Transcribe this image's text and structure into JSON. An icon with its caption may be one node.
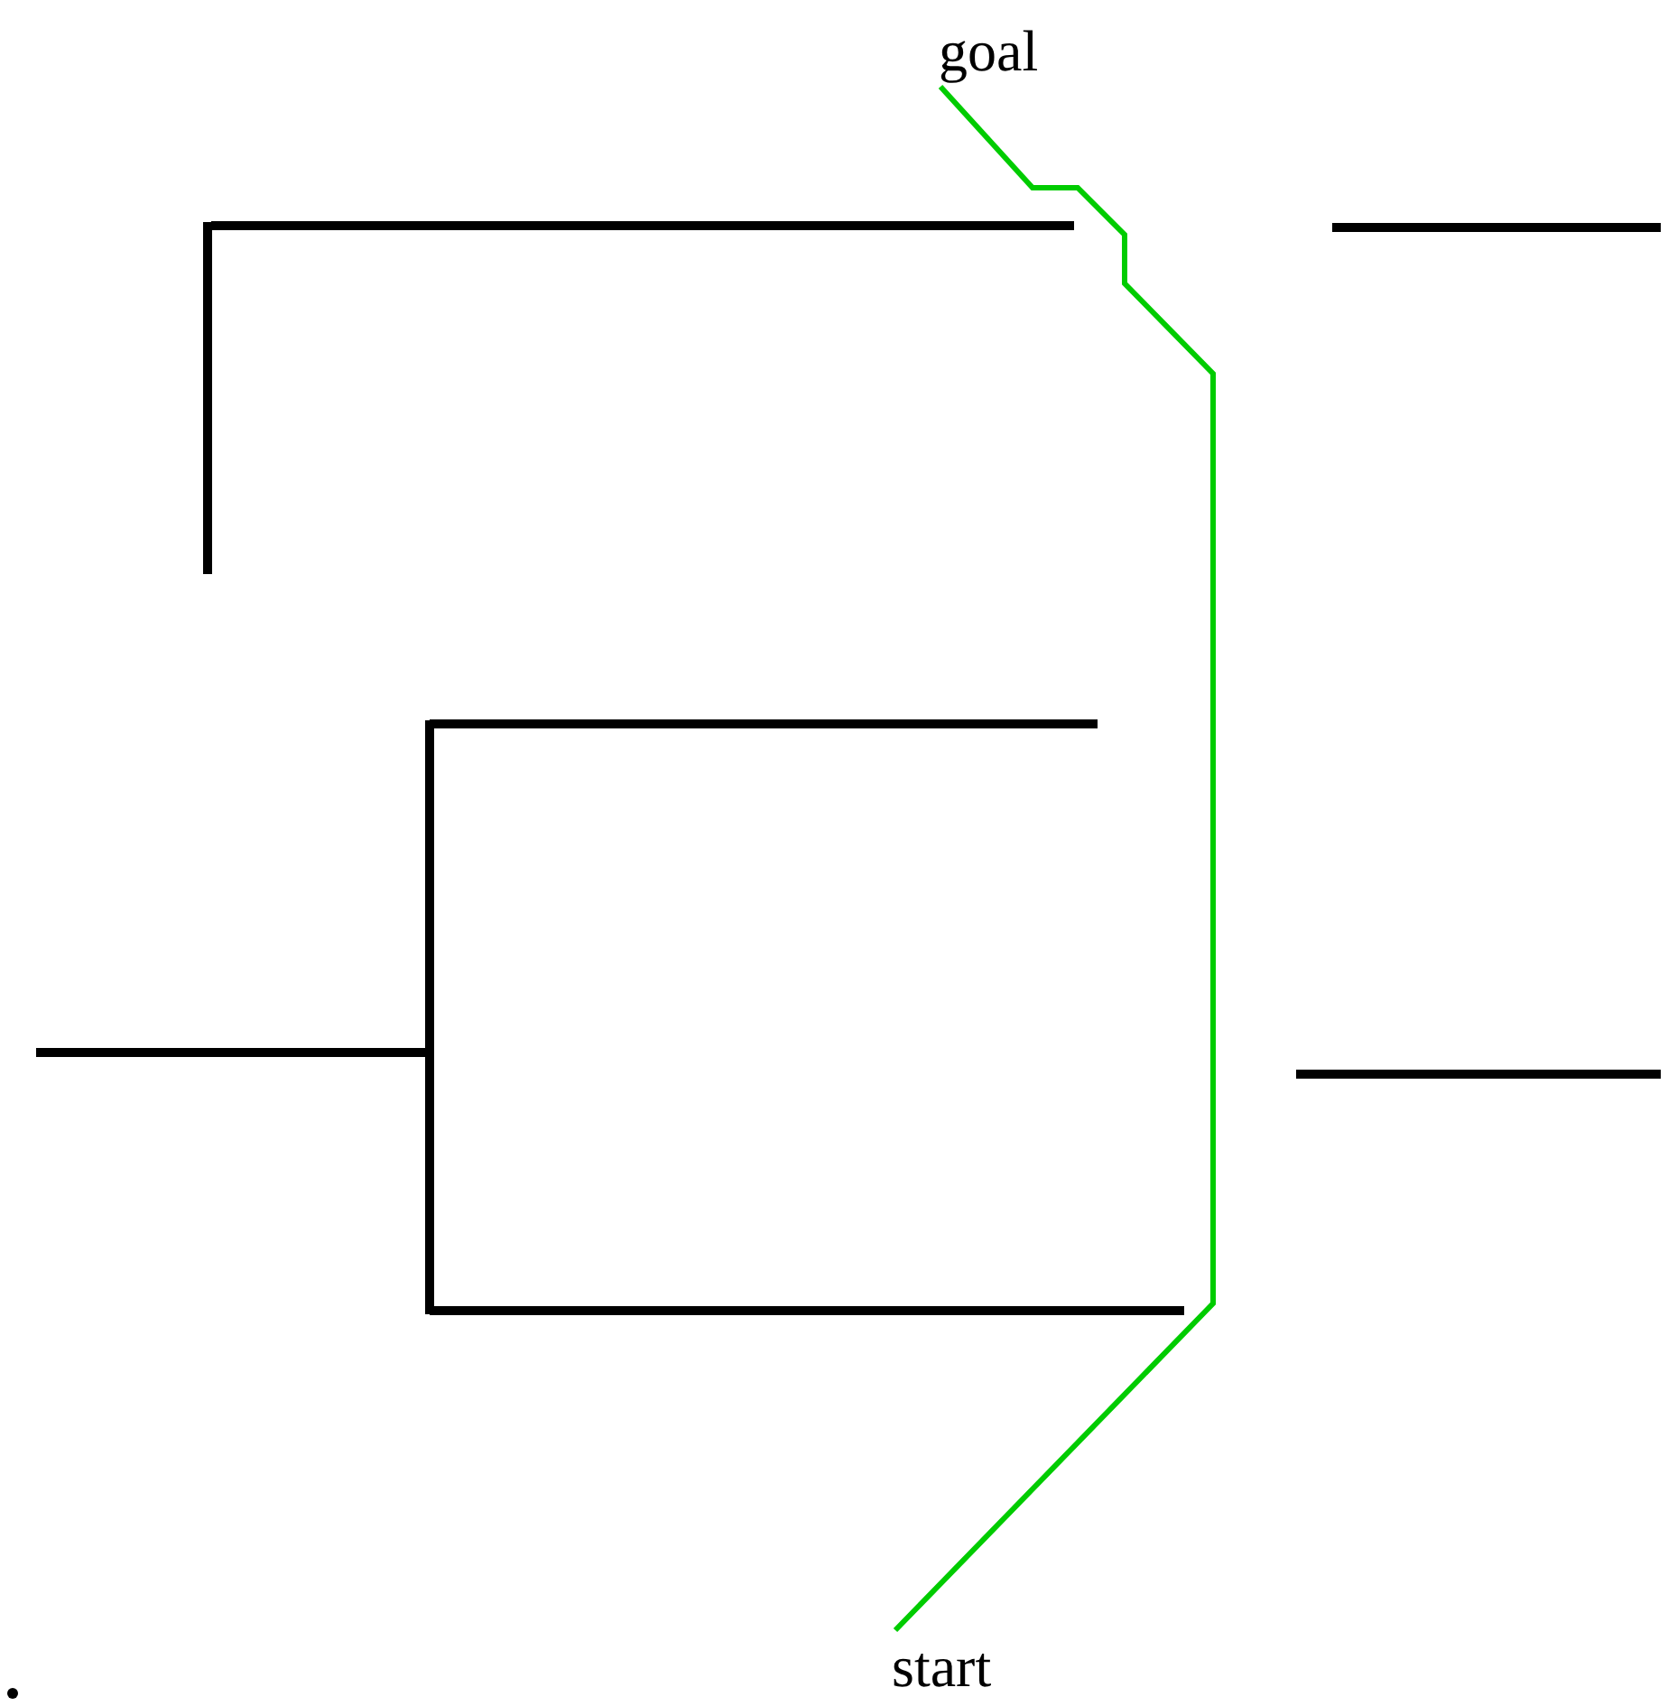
{
  "diagram": {
    "nodes": [
      {
        "text": [
          "goal"
        ]
      },
      {
        "text": [
          "start"
        ]
      }
    ],
    "edges": [
      {
        "from": 1,
        "to": 0,
        "arrow": "none"
      }
    ]
  }
}
